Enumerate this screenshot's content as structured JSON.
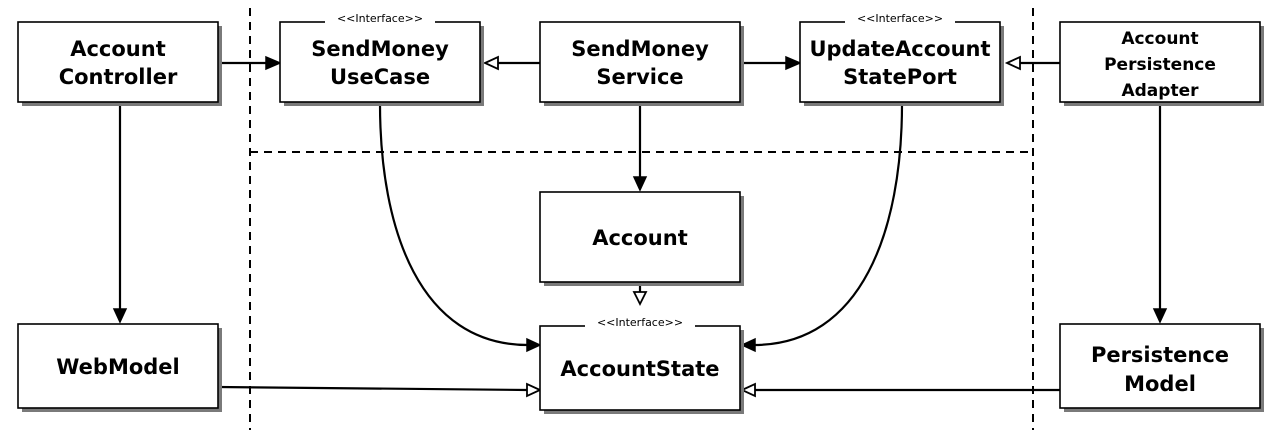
{
  "diagram": {
    "boxes": {
      "account_controller": {
        "lines": [
          "Account",
          "Controller"
        ]
      },
      "send_money_use_case": {
        "stereotype": "<<Interface>>",
        "lines": [
          "SendMoney",
          "UseCase"
        ]
      },
      "send_money_service": {
        "lines": [
          "SendMoney",
          "Service"
        ]
      },
      "update_account_state_port": {
        "stereotype": "<<Interface>>",
        "lines": [
          "UpdateAccount",
          "StatePort"
        ]
      },
      "account_persistence_adapter": {
        "lines": [
          "Account",
          "Persistence",
          "Adapter"
        ]
      },
      "account": {
        "lines": [
          "Account"
        ]
      },
      "web_model": {
        "lines": [
          "WebModel"
        ]
      },
      "account_state": {
        "stereotype": "<<Interface>>",
        "lines": [
          "AccountState"
        ]
      },
      "persistence_model": {
        "lines": [
          "Persistence",
          "Model"
        ]
      }
    },
    "relations": [
      {
        "from": "Account Controller",
        "to": "SendMoney UseCase",
        "kind": "dependency"
      },
      {
        "from": "SendMoney Service",
        "to": "SendMoney UseCase",
        "kind": "implementation"
      },
      {
        "from": "SendMoney Service",
        "to": "UpdateAccount StatePort",
        "kind": "dependency"
      },
      {
        "from": "Account Persistence Adapter",
        "to": "UpdateAccount StatePort",
        "kind": "implementation"
      },
      {
        "from": "SendMoney Service",
        "to": "Account",
        "kind": "dependency"
      },
      {
        "from": "Account",
        "to": "AccountState",
        "kind": "implementation"
      },
      {
        "from": "SendMoney UseCase",
        "to": "AccountState",
        "kind": "dependency"
      },
      {
        "from": "UpdateAccount StatePort",
        "to": "AccountState",
        "kind": "dependency"
      },
      {
        "from": "Account Controller",
        "to": "WebModel",
        "kind": "dependency"
      },
      {
        "from": "Account Persistence Adapter",
        "to": "Persistence Model",
        "kind": "dependency"
      },
      {
        "from": "WebModel",
        "to": "AccountState",
        "kind": "implementation"
      },
      {
        "from": "Persistence Model",
        "to": "AccountState",
        "kind": "implementation"
      }
    ]
  }
}
